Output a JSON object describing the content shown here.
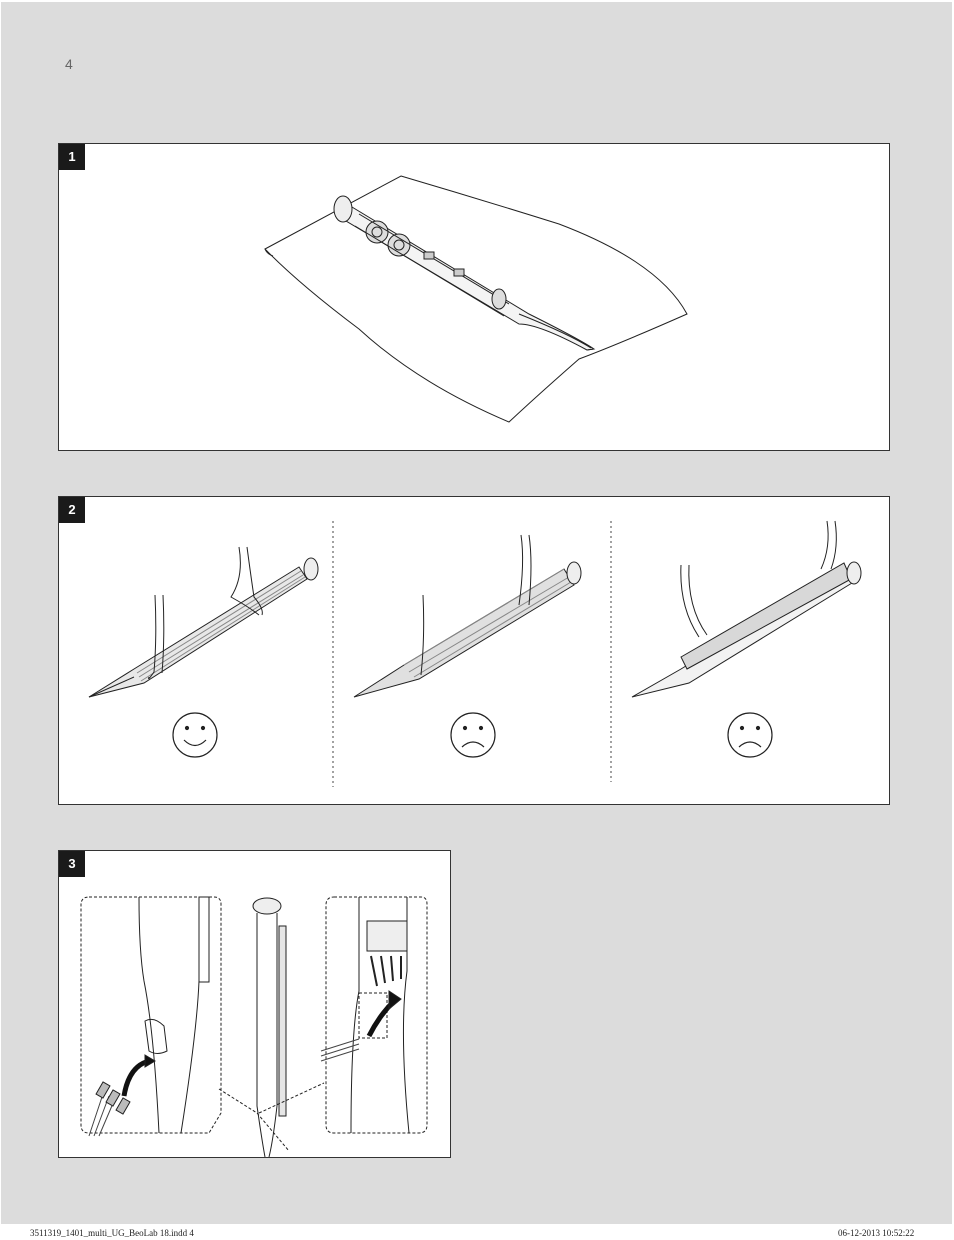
{
  "page": {
    "number": "4"
  },
  "panels": [
    {
      "step": "1"
    },
    {
      "step": "2",
      "outcomes": [
        "smiley-icon",
        "frown-icon",
        "frown-icon"
      ]
    },
    {
      "step": "3"
    }
  ],
  "footer": {
    "file": "3511319_1401_multi_UG_BeoLab 18.indd   4",
    "datetime": "06-12-2013   10:52:22"
  }
}
